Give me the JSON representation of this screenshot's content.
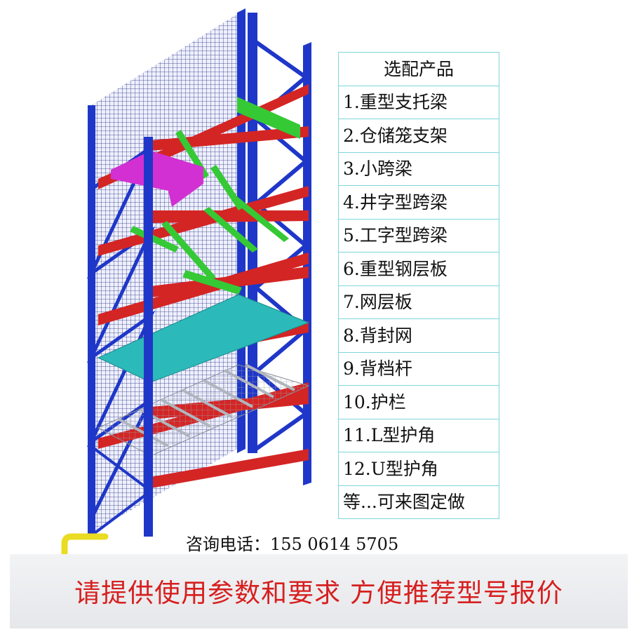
{
  "options": {
    "header": "选配产品",
    "items": [
      "1.重型支托梁",
      "2.仓储笼支架",
      "3.小跨梁",
      "4.井字型跨梁",
      "5.工字型跨梁",
      "6.重型钢层板",
      "7.网层板",
      "8.背封网",
      "9.背档杆",
      "10.护栏",
      "11.L型护角",
      "12.U型护角",
      "等...可来图定做"
    ]
  },
  "contact": {
    "phone": "咨询电话：155 0614 5705"
  },
  "banner": {
    "text": "请提供使用参数和要求 方便推荐型号报价"
  },
  "colors": {
    "upright": "#1f37c8",
    "beam": "#d42525",
    "green_beam": "#35c935",
    "magenta_beam": "#d230d2",
    "steel_deck": "#2cb9b9",
    "mesh": "#2a2f7a",
    "banner_text": "#d71f1f",
    "table_border": "#7ed6dc",
    "guard_rail": "#f2e52c"
  }
}
